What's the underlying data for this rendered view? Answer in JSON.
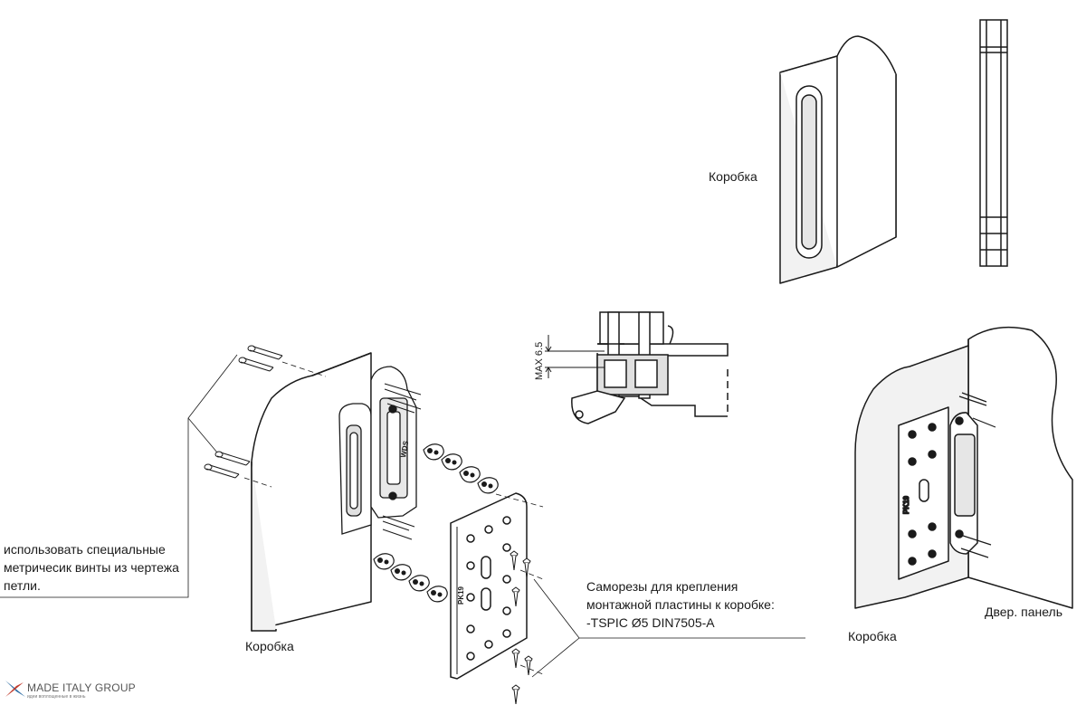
{
  "labels": {
    "box_top": "Коробка",
    "box_left": "Коробка",
    "box_right": "Коробка",
    "door_panel": "Двер. панель"
  },
  "notes": {
    "metric_screws": [
      "использовать специальные",
      "метричесик винты из чертежа",
      "петли."
    ],
    "self_tapping": [
      "Саморезы для крепления",
      "монтажной пластины к коробке:",
      "-TSPIC Ø5 DIN7505-A"
    ]
  },
  "dimension": {
    "label": "MAX 6.5"
  },
  "plate_marking": "PK19",
  "hinge_marking": "WDS",
  "logo": {
    "name": "MADE ITALY GROUP",
    "tagline": "идеи воплощенные в жизнь"
  },
  "colors": {
    "fill": "#f2f2f2",
    "shade": "#d9d9d9",
    "line": "#1a1a1a",
    "accent_red": "#c0392b",
    "accent_blue": "#2e6da4"
  }
}
